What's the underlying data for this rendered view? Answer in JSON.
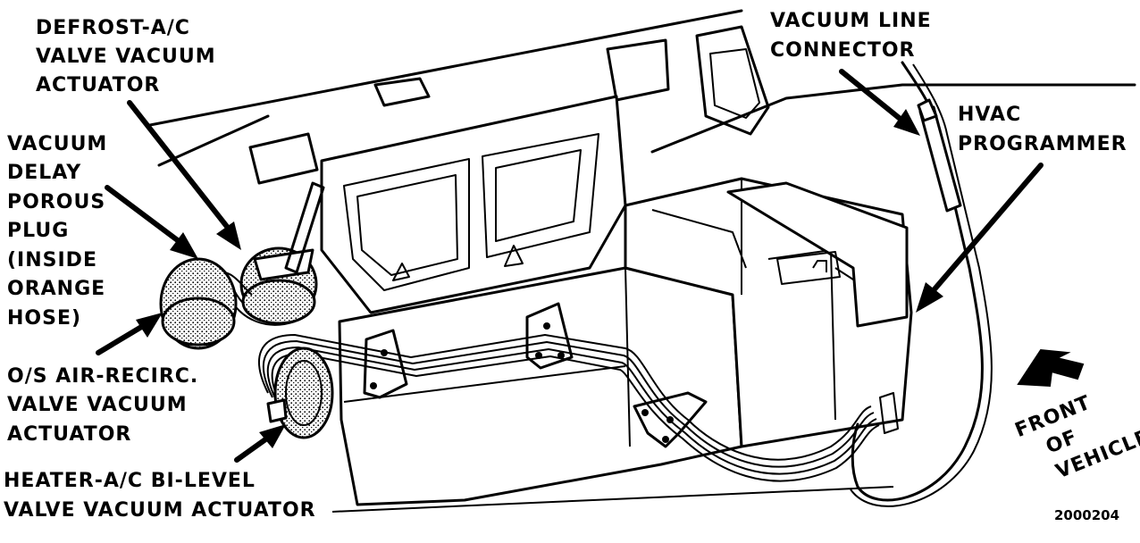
{
  "labels": {
    "defrost_1": "DEFROST-A/C",
    "defrost_2": "VALVE VACUUM",
    "defrost_3": "ACTUATOR",
    "delay_1": "VACUUM",
    "delay_2": "DELAY",
    "delay_3": "POROUS",
    "delay_4": "PLUG",
    "delay_5": "(INSIDE",
    "delay_6": "ORANGE",
    "delay_7": "HOSE)",
    "recirc_1": "O/S AIR-RECIRC.",
    "recirc_2": "VALVE VACUUM",
    "recirc_3": "ACTUATOR",
    "bilevel_1": "HEATER-A/C BI-LEVEL",
    "bilevel_2": "VALVE VACUUM ACTUATOR",
    "connector_1": "VACUUM LINE",
    "connector_2": "CONNECTOR",
    "programmer_1": "HVAC",
    "programmer_2": "PROGRAMMER",
    "front_1": "FRONT",
    "front_2": "OF",
    "front_3": "VEHICLE",
    "figure_number": "2000204"
  }
}
